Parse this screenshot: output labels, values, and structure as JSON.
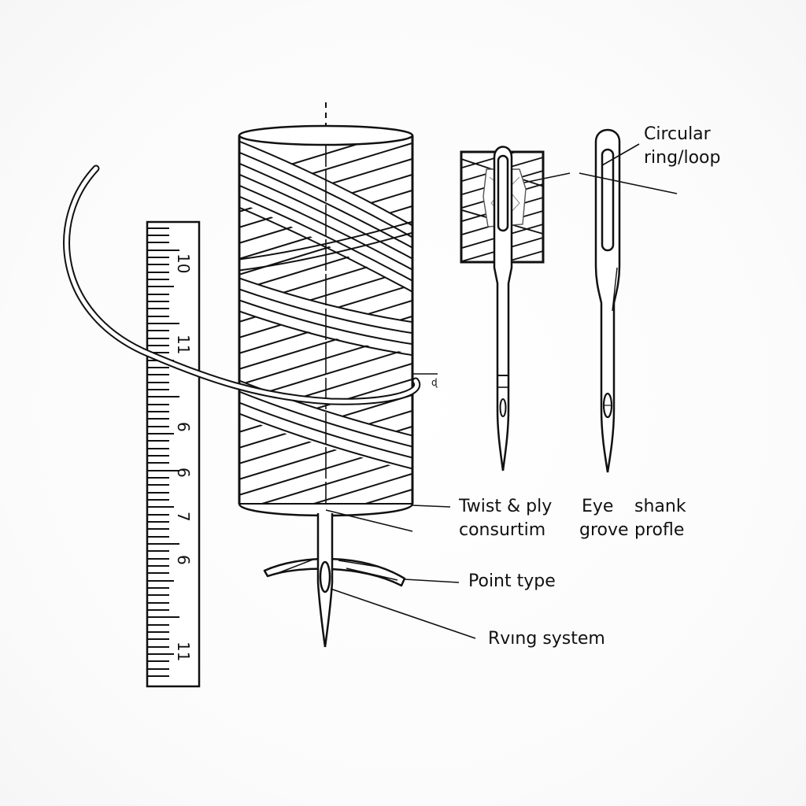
{
  "diagram": {
    "subject": "Sewing thread spool and needle anatomy",
    "colors": {
      "ink": "#111111",
      "background": "#fdfdfd"
    },
    "labels": {
      "circular_ring_loop": {
        "line1": "Circular",
        "line2": "ring/lοop"
      },
      "twist_ply": {
        "line1": "Twist & ply",
        "line2": "consurtim"
      },
      "eye_groove": {
        "line1": "Eye",
        "line2": "grove"
      },
      "shank_profile": {
        "line1": "shank",
        "line2": "profle"
      },
      "point_type": "Point type",
      "ruing_system": "Rvıng system"
    },
    "ruler": {
      "orientation": "vertical",
      "numbers": [
        "10",
        "11",
        "6",
        "6",
        "7",
        "6",
        "11"
      ]
    },
    "components": [
      {
        "id": "curved-thread",
        "description": "Curved thread strand wrapping around spool"
      },
      {
        "id": "ruler",
        "description": "Vertical measuring ruler"
      },
      {
        "id": "thread-spool",
        "description": "Cylindrical spool with crossed thread windings and dashed center axis"
      },
      {
        "id": "needle-through-spool",
        "description": "Needle passing below spool with twisted thread"
      },
      {
        "id": "needle-eye-detail",
        "description": "Needle inserted through woven fabric block"
      },
      {
        "id": "needle-profile",
        "description": "Standalone needle showing elongated eye and shank"
      }
    ]
  }
}
